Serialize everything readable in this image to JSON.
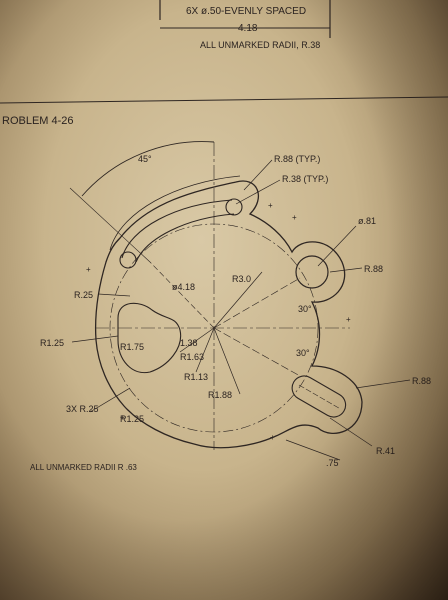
{
  "top_notes": {
    "spacing_note": "6X ø.50-EVENLY SPACED",
    "width_dim": "4.18",
    "radii_note": "ALL UNMARKED RADII, R.38"
  },
  "problem": {
    "title": "ROBLEM 4-26"
  },
  "dimensions": {
    "angle_45": "45°",
    "r88_typ": "R.88 (TYP.)",
    "r38_typ": "R.38 (TYP.)",
    "dia81": "ø.81",
    "r88_right": "R.88",
    "r25_left": "R.25",
    "dia418": "ø4.18",
    "r30": "R3.0",
    "r125_left": "R1.25",
    "r175": "R1.75",
    "d138": "1.38",
    "r163": "R1.63",
    "r113": "R1.13",
    "r188": "R1.88",
    "ang30_top": "30°",
    "ang30_bot": "30°",
    "r3x25": "3X R.25",
    "r125_bot": "R1.25",
    "r88_lower": "R.88",
    "r41": "R.41",
    "d75": ".75"
  },
  "bottom_note": "ALL UNMARKED RADII R .63"
}
